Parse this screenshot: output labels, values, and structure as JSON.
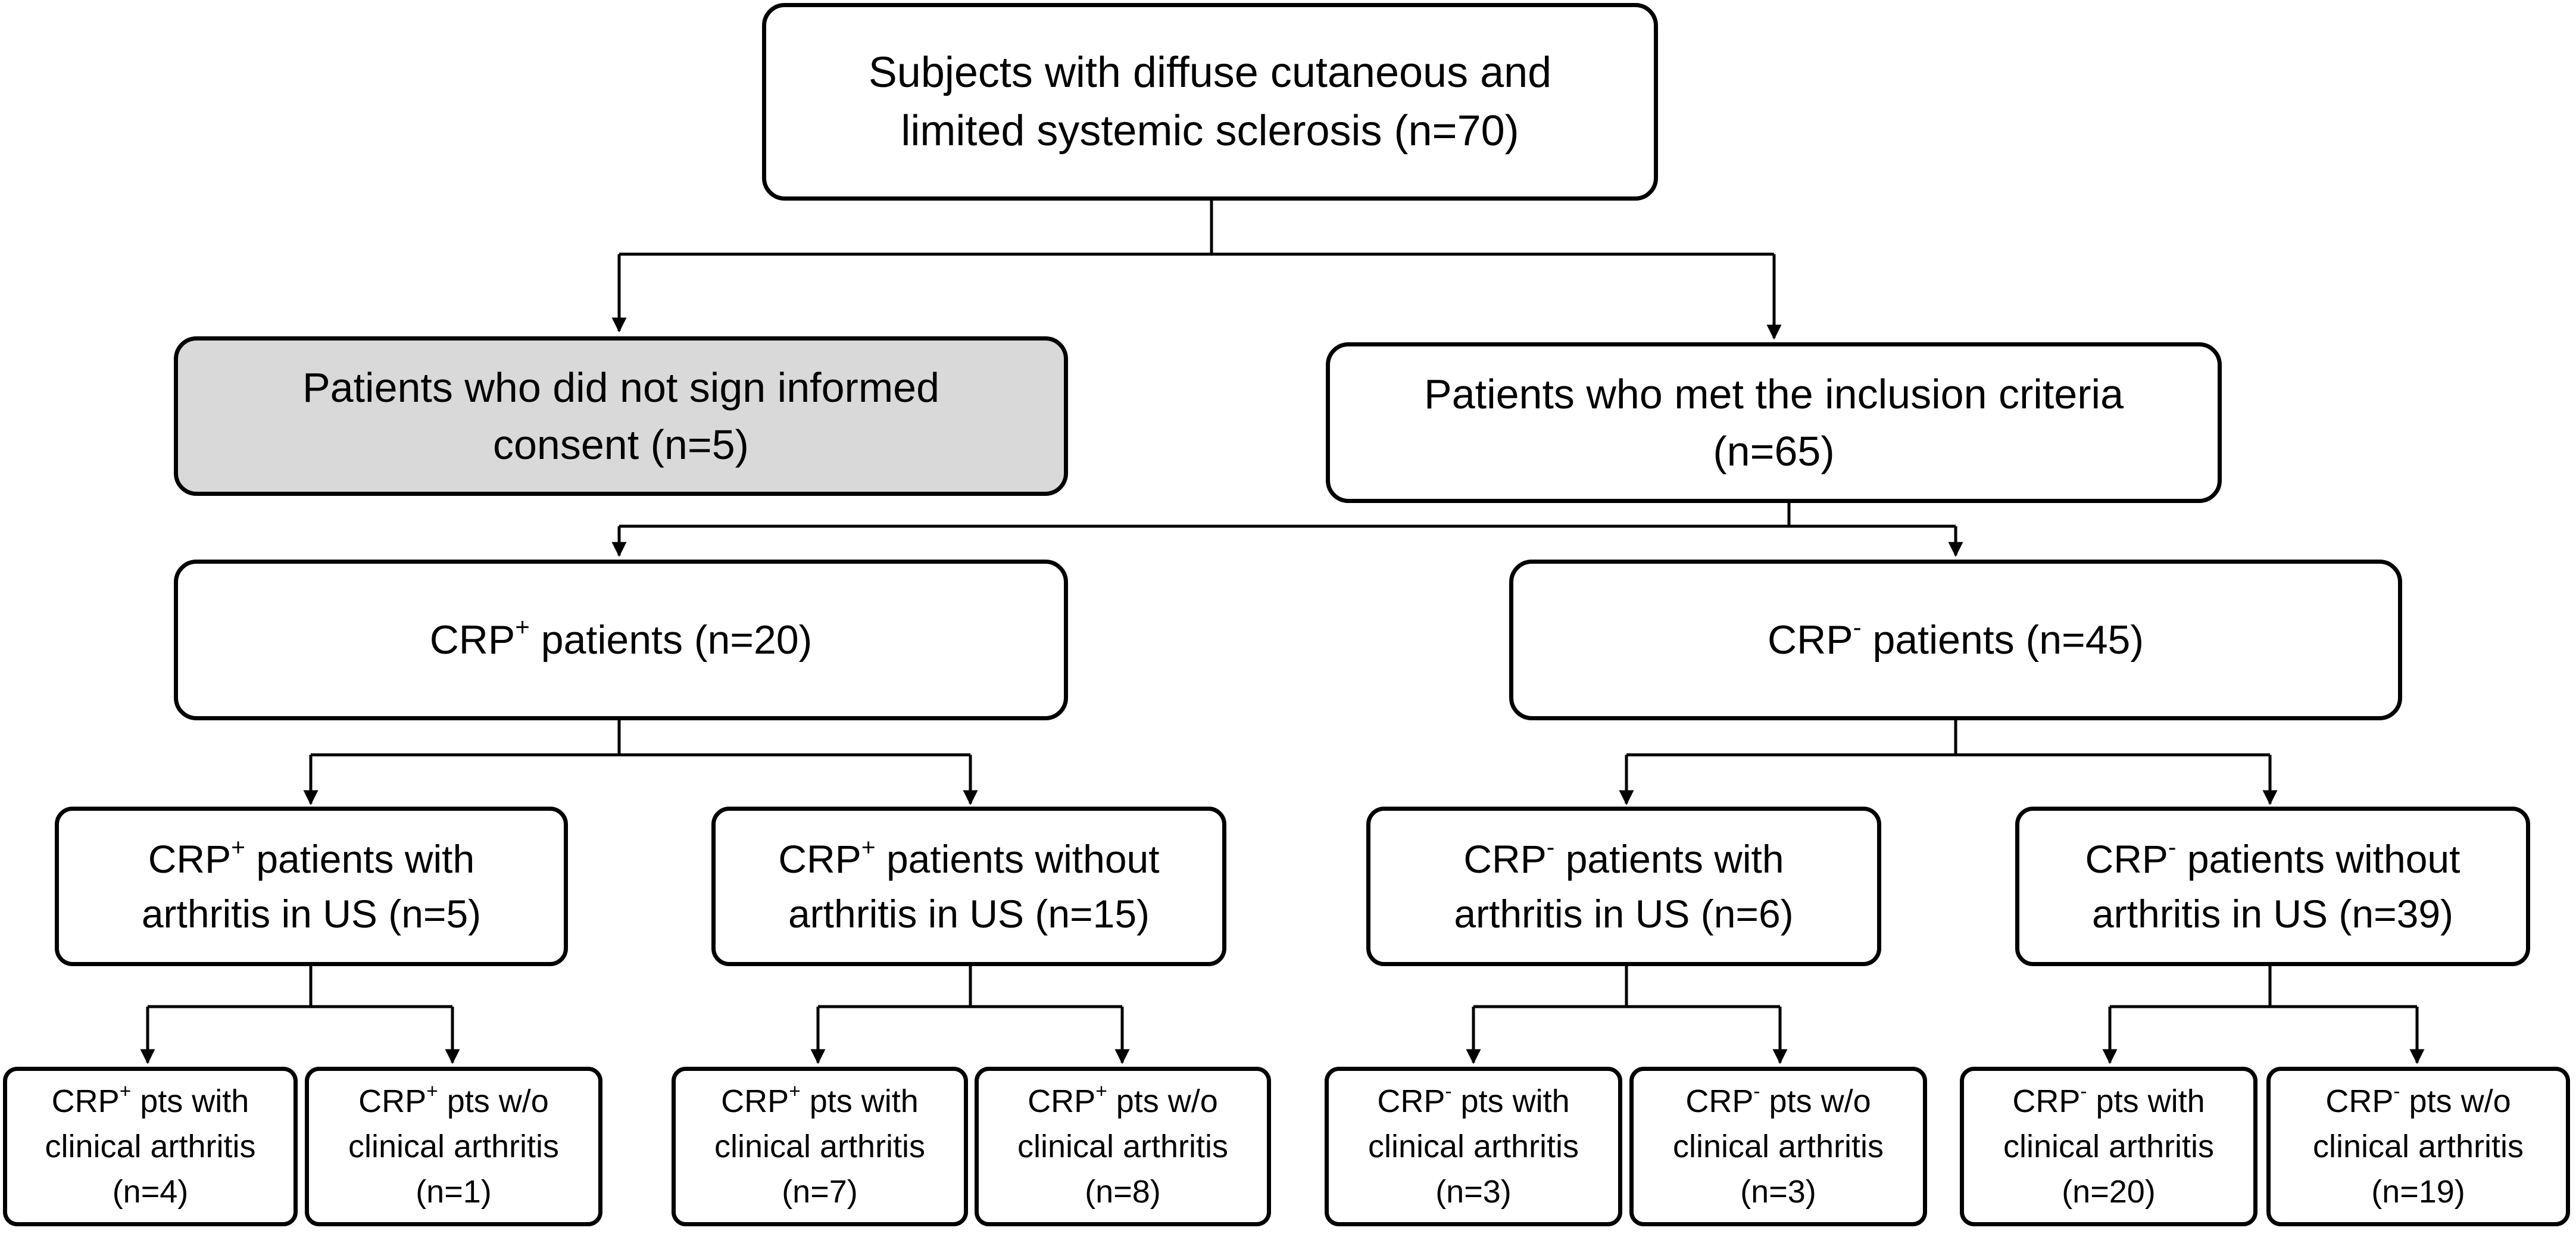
{
  "nodes": {
    "root": {
      "line1": "Subjects with diffuse cutaneous and",
      "line2": "limited systemic sclerosis (n=70)"
    },
    "no_consent": {
      "line1": "Patients who did not sign informed",
      "line2": "consent (n=5)"
    },
    "included": {
      "line1": "Patients who met the inclusion criteria",
      "line2": "(n=65)"
    },
    "crp_pos": {
      "prefix": "CRP",
      "sign": "+",
      "suffix": " patients (n=20)"
    },
    "crp_neg": {
      "prefix": "CRP",
      "sign": "-",
      "suffix": " patients (n=45)"
    },
    "pos_with": {
      "prefix": "CRP",
      "sign": "+",
      "line1_suffix": " patients with",
      "line2": "arthritis in US (n=5)"
    },
    "pos_without": {
      "prefix": "CRP",
      "sign": "+",
      "line1_suffix": " patients without",
      "line2": "arthritis in US (n=15)"
    },
    "neg_with": {
      "prefix": "CRP",
      "sign": "-",
      "line1_suffix": " patients with",
      "line2": "arthritis in US (n=6)"
    },
    "neg_without": {
      "prefix": "CRP",
      "sign": "-",
      "line1_suffix": " patients without",
      "line2": "arthritis in US (n=39)"
    },
    "leaf1": {
      "prefix": "CRP",
      "sign": "+",
      "line1_suffix": " pts with",
      "line2": "clinical arthritis",
      "line3": "(n=4)"
    },
    "leaf2": {
      "prefix": "CRP",
      "sign": "+",
      "line1_suffix": " pts w/o",
      "line2": "clinical arthritis",
      "line3": "(n=1)"
    },
    "leaf3": {
      "prefix": "CRP",
      "sign": "+",
      "line1_suffix": " pts with",
      "line2": "clinical arthritis",
      "line3": "(n=7)"
    },
    "leaf4": {
      "prefix": "CRP",
      "sign": "+",
      "line1_suffix": " pts w/o",
      "line2": "clinical arthritis",
      "line3": "(n=8)"
    },
    "leaf5": {
      "prefix": "CRP",
      "sign": "-",
      "line1_suffix": " pts with",
      "line2": "clinical arthritis",
      "line3": "(n=3)"
    },
    "leaf6": {
      "prefix": "CRP",
      "sign": "-",
      "line1_suffix": " pts w/o",
      "line2": "clinical arthritis",
      "line3": "(n=3)"
    },
    "leaf7": {
      "prefix": "CRP",
      "sign": "-",
      "line1_suffix": " pts with",
      "line2": "clinical arthritis",
      "line3": "(n=20)"
    },
    "leaf8": {
      "prefix": "CRP",
      "sign": "-",
      "line1_suffix": " pts w/o",
      "line2": "clinical arthritis",
      "line3": "(n=19)"
    }
  },
  "colors": {
    "border": "#000000",
    "excluded_fill": "#d9d9d9",
    "box_fill": "#ffffff"
  }
}
